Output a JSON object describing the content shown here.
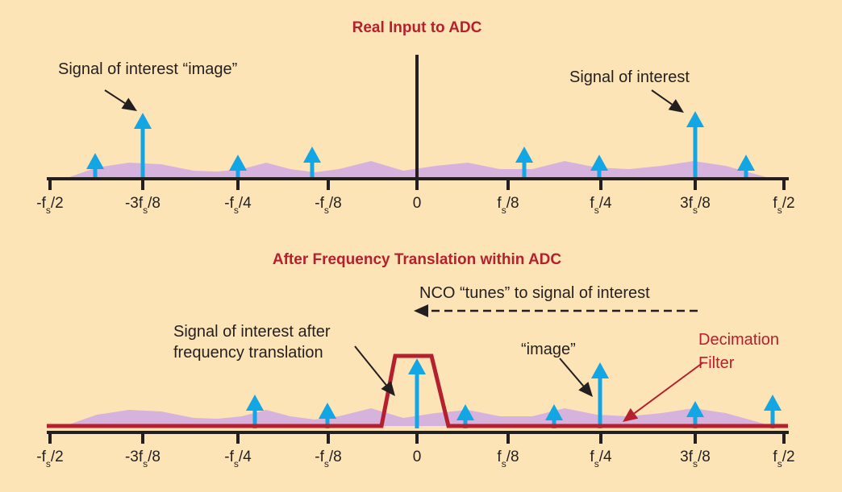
{
  "colors": {
    "background": "#fde4b7",
    "signal": "#12a6e4",
    "noise": "#d6b3dc",
    "filter": "#b5202e",
    "axis": "#231f20"
  },
  "top": {
    "title": "Real Input to ADC",
    "annotation_image": "Signal of interest “image”",
    "annotation_signal": "Signal of interest",
    "ticks": [
      {
        "pre": "-f",
        "sub": "s",
        "post": "/2"
      },
      {
        "pre": "-3f",
        "sub": "s",
        "post": "/8"
      },
      {
        "pre": "-f",
        "sub": "s",
        "post": "/4"
      },
      {
        "pre": "-f",
        "sub": "s",
        "post": "/8"
      },
      {
        "pre": "0",
        "sub": "",
        "post": ""
      },
      {
        "pre": "f",
        "sub": "s",
        "post": "/8"
      },
      {
        "pre": "f",
        "sub": "s",
        "post": "/4"
      },
      {
        "pre": "3f",
        "sub": "s",
        "post": "/8"
      },
      {
        "pre": "f",
        "sub": "s",
        "post": "/2"
      }
    ]
  },
  "bottom": {
    "title": "After Frequency Translation within ADC",
    "nco_label": "NCO “tunes” to signal of interest",
    "annotation_signal_line1": "Signal of interest after",
    "annotation_signal_line2": "frequency translation",
    "annotation_image": "“image”",
    "filter_line1": "Decimation",
    "filter_line2": "Filter"
  }
}
